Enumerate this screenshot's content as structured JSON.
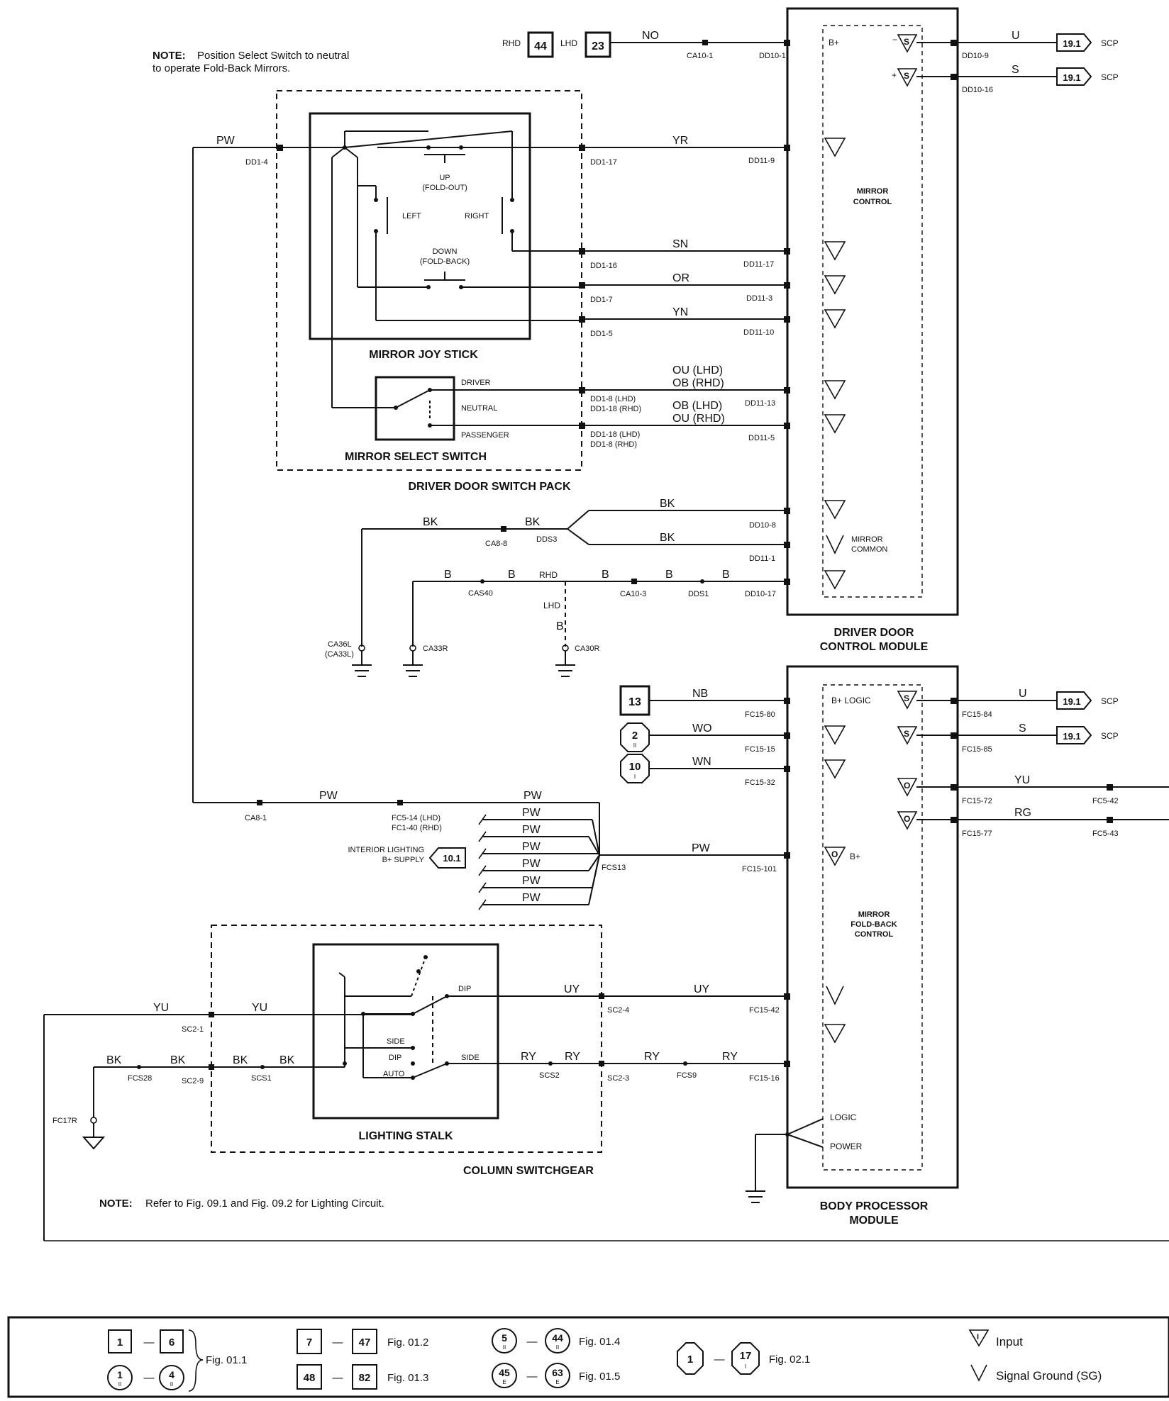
{
  "notes": {
    "fold_back_bold": "NOTE:",
    "fold_back_line1": "Position Select Switch to neutral",
    "fold_back_line2": "to operate Fold-Back Mirrors.",
    "lighting_bold": "NOTE:",
    "lighting_text": "Refer to Fig. 09.1 and Fig. 09.2 for Lighting Circuit."
  },
  "components": {
    "ddcm_line1": "DRIVER DOOR",
    "ddcm_line2": "CONTROL MODULE",
    "mirror_control_1": "MIRROR",
    "mirror_control_2": "CONTROL",
    "bpm_line1": "BODY PROCESSOR",
    "bpm_line2": "MODULE",
    "foldback_1": "MIRROR",
    "foldback_2": "FOLD-BACK",
    "foldback_3": "CONTROL",
    "joystick": "MIRROR JOY STICK",
    "select_switch": "MIRROR SELECT SWITCH",
    "switch_pack": "DRIVER DOOR SWITCH PACK",
    "lighting_stalk": "LIGHTING STALK",
    "column_switchgear": "COLUMN SWITCHGEAR"
  },
  "switch_labels": {
    "up": "UP",
    "fold_out": "(FOLD-OUT)",
    "down": "DOWN",
    "fold_back": "(FOLD-BACK)",
    "left": "LEFT",
    "right": "RIGHT",
    "driver": "DRIVER",
    "neutral": "NEUTRAL",
    "passenger": "PASSENGER",
    "dip": "DIP",
    "side": "SIDE",
    "auto": "AUTO",
    "dip2": "DIP",
    "side2": "SIDE"
  },
  "pins": {
    "b_plus": "B+",
    "mirror_common_1": "MIRROR",
    "mirror_common_2": "COMMON",
    "b_plus_logic": "B+ LOGIC",
    "logic": "LOGIC",
    "power": "POWER",
    "b_plus_o": "B+",
    "s_minus": "S",
    "s_plus": "S",
    "o1": "O",
    "o2": "O",
    "o3": "O",
    "i": "I"
  },
  "connectors": {
    "dd10_1": "DD10-1",
    "dd10_9": "DD10-9",
    "dd10_16": "DD10-16",
    "ca10_1": "CA10-1",
    "dd1_4": "DD1-4",
    "dd1_17": "DD1-17",
    "dd11_9": "DD11-9",
    "dd1_16": "DD1-16",
    "dd11_17": "DD11-17",
    "dd1_7": "DD1-7",
    "dd11_3": "DD11-3",
    "dd1_5": "DD1-5",
    "dd11_10": "DD11-10",
    "dd1_8_lhd": "DD1-8 (LHD)",
    "dd1_18_rhd": "DD1-18 (RHD)",
    "dd1_18_lhd": "DD1-18 (LHD)",
    "dd1_8_rhd": "DD1-8 (RHD)",
    "dd11_13": "DD11-13",
    "dd11_5": "DD11-5",
    "ca8_8": "CA8-8",
    "dds3": "DDS3",
    "dd10_8": "DD10-8",
    "dd11_1": "DD11-1",
    "cas40": "CAS40",
    "ca10_3": "CA10-3",
    "dds1": "DDS1",
    "dd10_17": "DD10-17",
    "ca36l": "CA36L",
    "ca33l": "(CA33L)",
    "ca33r": "CA33R",
    "ca30r": "CA30R",
    "fc15_80": "FC15-80",
    "fc15_15": "FC15-15",
    "fc15_32": "FC15-32",
    "fc15_84": "FC15-84",
    "fc15_85": "FC15-85",
    "fc15_72": "FC15-72",
    "fc15_77": "FC15-77",
    "fc5_42": "FC5-42",
    "fc5_43": "FC5-43",
    "ca8_1": "CA8-1",
    "fc5_14": "FC5-14 (LHD)",
    "fc1_40": "FC1-40 (RHD)",
    "fcs13": "FCS13",
    "fc15_101": "FC15-101",
    "sc2_1": "SC2-1",
    "sc2_4": "SC2-4",
    "fc15_42": "FC15-42",
    "sc2_9": "SC2-9",
    "fcs28": "FCS28",
    "scs1": "SCS1",
    "scs2": "SCS2",
    "sc2_3": "SC2-3",
    "fcs9": "FCS9",
    "fc15_16": "FC15-16",
    "fc17r": "FC17R",
    "rhd_tag": "RHD",
    "lhd_tag": "LHD",
    "rhd_split": "RHD",
    "lhd_split": "LHD",
    "interior_1": "INTERIOR LIGHTING",
    "interior_2": "B+ SUPPLY",
    "interior_ref": "10.1"
  },
  "wires": {
    "no": "NO",
    "u1": "U",
    "s1": "S",
    "pw_left": "PW",
    "yr": "YR",
    "sn": "SN",
    "or": "OR",
    "yn": "YN",
    "ou_lhd": "OU (LHD)",
    "ob_rhd": "OB (RHD)",
    "ob_lhd": "OB (LHD)",
    "ou_rhd": "OU (RHD)",
    "bk_a": "BK",
    "bk_b": "BK",
    "bk_c": "BK",
    "bk_d": "BK",
    "b_a": "B",
    "b_b": "B",
    "b_c": "B",
    "b_d": "B",
    "b_e": "B",
    "b_f": "B",
    "nb": "NB",
    "wo": "WO",
    "wn": "WN",
    "u2": "U",
    "s2": "S",
    "yu_r": "YU",
    "rg_r": "RG",
    "pw_a": "PW",
    "pw_b": "PW",
    "pw_c": "PW",
    "pw_d": "PW",
    "pw_e": "PW",
    "pw_f": "PW",
    "pw_g": "PW",
    "pw_h": "PW",
    "pw_i": "PW",
    "yu_a": "YU",
    "yu_b": "YU",
    "uy_a": "UY",
    "uy_b": "UY",
    "bk_e": "BK",
    "bk_f": "BK",
    "bk_g": "BK",
    "bk_h": "BK",
    "ry_a": "RY",
    "ry_b": "RY",
    "ry_c": "RY",
    "ry_d": "RY"
  },
  "refs": {
    "rhd_box": "44",
    "lhd_box": "23",
    "scp1_box": "19.1",
    "scp1": "SCP",
    "scp2_box": "19.1",
    "scp2": "SCP",
    "scp3_box": "19.1",
    "scp3": "SCP",
    "scp4_box": "19.1",
    "scp4": "SCP",
    "nb_box": "13",
    "wo_oct": "2",
    "wo_sub": "II",
    "wn_oct": "10",
    "wn_sub": "I"
  },
  "legend": {
    "sq1": "1",
    "sq6": "6",
    "c1": "1",
    "c1s": "II",
    "c4": "4",
    "c4s": "II",
    "fig011": "Fig. 01.1",
    "sq7": "7",
    "sq47": "47",
    "fig012": "Fig. 01.2",
    "sq48": "48",
    "sq82": "82",
    "fig013": "Fig. 01.3",
    "c5": "5",
    "c5s": "II",
    "c44": "44",
    "c44s": "II",
    "fig014": "Fig. 01.4",
    "c45": "45",
    "c45s": "E",
    "c63": "63",
    "c63s": "E",
    "fig015": "Fig. 01.5",
    "o1": "1",
    "o17": "17",
    "o17s": "I",
    "fig021": "Fig. 02.1",
    "dash": "—",
    "input": "Input",
    "sg": "Signal Ground (SG)"
  }
}
